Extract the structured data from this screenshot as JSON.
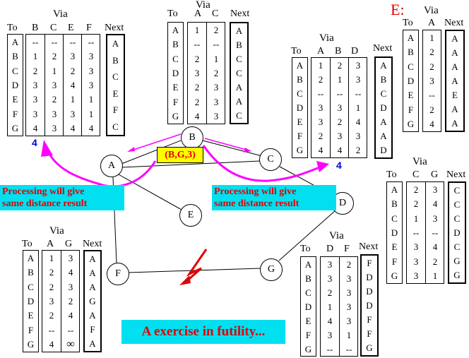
{
  "colors": {
    "accent_red": "#e00000",
    "cyan_box": "#00e0f0",
    "magenta_arrow": "#ff00ff",
    "tag_yellow": "#ffff00",
    "blue_number": "#0000cc"
  },
  "table_a": {
    "via": "Via",
    "to": "To",
    "next_header": "Next",
    "via_cols": [
      "B",
      "C",
      "E",
      "F"
    ],
    "to_col": [
      "A",
      "B",
      "C",
      "D",
      "E",
      "F",
      "G"
    ],
    "via_values": [
      [
        "--",
        "1",
        "2",
        "3",
        "3",
        "3",
        "4"
      ],
      [
        "--",
        "2",
        "1",
        "3",
        "2",
        "3",
        "3"
      ],
      [
        "--",
        "3",
        "2",
        "4",
        "1",
        "3",
        "4"
      ],
      [
        "--",
        "3",
        "3",
        "3",
        "1",
        "1",
        "4"
      ]
    ],
    "next_col": [
      "A",
      "B",
      "C",
      "E",
      "F",
      "C"
    ]
  },
  "number_4_left": "4",
  "table_b": {
    "via": "Via",
    "to": "To",
    "next_header": "Next",
    "via_cols": [
      "A",
      "C"
    ],
    "to_col": [
      "A",
      "B",
      "C",
      "D",
      "E",
      "F",
      "G"
    ],
    "via_values": [
      [
        "1",
        "--",
        "2",
        "3",
        "2",
        "2",
        "4"
      ],
      [
        "2",
        "--",
        "1",
        "2",
        "3",
        "3",
        "3"
      ]
    ],
    "next_col": [
      "A",
      "B",
      "C",
      "C",
      "A",
      "A",
      "C"
    ]
  },
  "table_c": {
    "via": "Via",
    "to": "To",
    "next_header": "Next",
    "via_cols": [
      "A",
      "B",
      "D"
    ],
    "to_col": [
      "A",
      "B",
      "C",
      "D",
      "E",
      "F",
      "G"
    ],
    "via_values": [
      [
        "1",
        "2",
        "--",
        "3",
        "3",
        "2",
        "4"
      ],
      [
        "2",
        "1",
        "--",
        "3",
        "2",
        "3",
        "4"
      ],
      [
        "3",
        "3",
        "--",
        "1",
        "4",
        "3",
        "2"
      ]
    ],
    "next_col": [
      "A",
      "B",
      "C",
      "D",
      "A",
      "A",
      "D"
    ]
  },
  "number_4_right": "4",
  "table_e": {
    "title": "E:",
    "via": "Via",
    "to": "To",
    "next_header": "Next",
    "via_cols": [
      "A"
    ],
    "to_col": [
      "A",
      "B",
      "C",
      "D",
      "E",
      "F",
      "G"
    ],
    "via_values": [
      [
        "1",
        "2",
        "2",
        "3",
        "--",
        "2",
        "4"
      ]
    ],
    "next_col": [
      "A",
      "A",
      "A",
      "A",
      "E",
      "A",
      "A"
    ]
  },
  "table_d": {
    "via": "Via",
    "to": "To",
    "next_header": "Next",
    "via_cols": [
      "C",
      "G"
    ],
    "to_col": [
      "A",
      "B",
      "C",
      "D",
      "E",
      "F",
      "G"
    ],
    "via_values": [
      [
        "2",
        "2",
        "1",
        "--",
        "3",
        "3",
        "3"
      ],
      [
        "3",
        "4",
        "3",
        "--",
        "4",
        "2",
        "1"
      ]
    ],
    "next_col": [
      "C",
      "C",
      "C",
      "D",
      "C",
      "G",
      "G"
    ]
  },
  "table_f": {
    "via": "Via",
    "to": "To",
    "next_header": "Next",
    "via_cols": [
      "A",
      "G"
    ],
    "to_col": [
      "A",
      "B",
      "C",
      "D",
      "E",
      "F",
      "G"
    ],
    "via_values": [
      [
        "1",
        "2",
        "2",
        "3",
        "2",
        "--",
        "4"
      ],
      [
        "3",
        "4",
        "3",
        "2",
        "4",
        "--",
        "∞"
      ]
    ],
    "next_col": [
      "A",
      "A",
      "A",
      "G",
      "A",
      "F",
      "A"
    ]
  },
  "table_g": {
    "via": "Via",
    "to": "To",
    "next_header": "Next",
    "via_cols": [
      "D",
      "F"
    ],
    "to_col": [
      "A",
      "B",
      "C",
      "D",
      "E",
      "F",
      "G"
    ],
    "via_values": [
      [
        "3",
        "3",
        "2",
        "1",
        "4",
        "3",
        "--"
      ],
      [
        "2",
        "3",
        "3",
        "3",
        "3",
        "1",
        "--"
      ]
    ],
    "next_col": [
      "F",
      "D",
      "D",
      "D",
      "F",
      "F",
      "G"
    ]
  },
  "nodes": {
    "A": "A",
    "B": "B",
    "C": "C",
    "D": "D",
    "E": "E",
    "F": "F",
    "G": "G"
  },
  "tag": "(B,G,3)",
  "processing_left": [
    "Processing will give",
    "same distance result"
  ],
  "processing_right": [
    "Processing will give",
    "same distance result"
  ],
  "futility": "A exercise in futility..."
}
